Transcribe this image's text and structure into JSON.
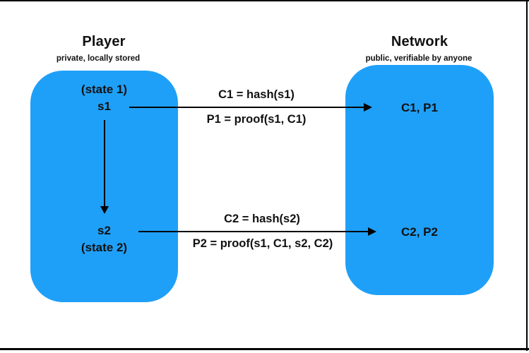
{
  "colors": {
    "accent_blue": "#1FA0F8",
    "text": "#111111",
    "frame": "#000000",
    "background": "#ffffff"
  },
  "player": {
    "title": "Player",
    "subtitle": "private, locally stored",
    "state1_label": "(state 1)",
    "s1_label": "s1",
    "s2_label": "s2",
    "state2_label": "(state 2)"
  },
  "network": {
    "title": "Network",
    "subtitle": "public, verifiable by anyone",
    "entry1": "C1, P1",
    "entry2": "C2, P2"
  },
  "messages": {
    "msg1_above": "C1 = hash(s1)",
    "msg1_below": "P1 = proof(s1, C1)",
    "msg2_above": "C2 = hash(s2)",
    "msg2_below": "P2 = proof(s1, C1, s2, C2)"
  }
}
